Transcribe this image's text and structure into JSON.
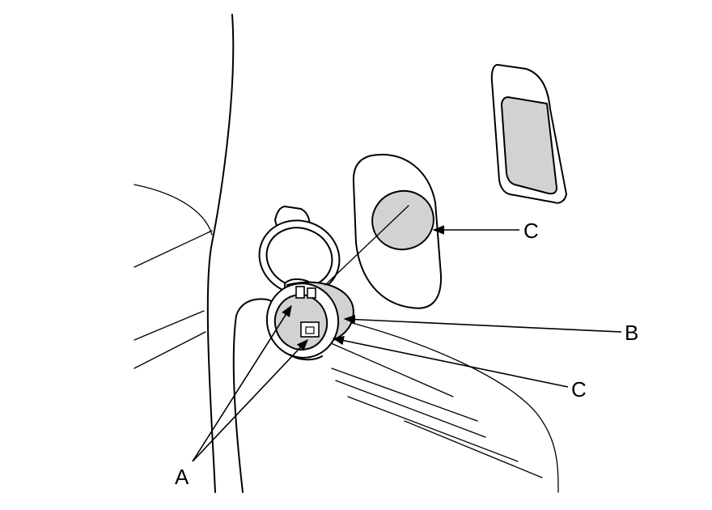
{
  "callouts": {
    "a": "A",
    "b": "B",
    "c_top": "C",
    "c_bottom": "C"
  }
}
